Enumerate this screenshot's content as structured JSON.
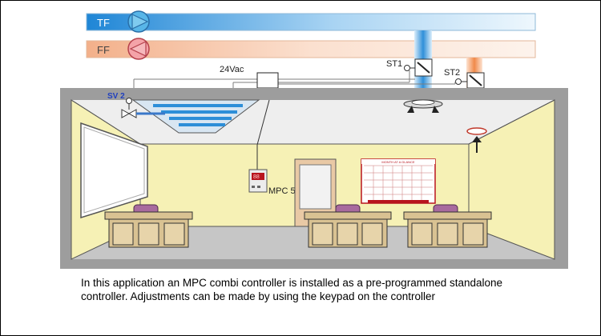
{
  "pipes": {
    "tf_label": "TF",
    "ff_label": "FF",
    "tf_color": "#2f8fd8",
    "ff_color": "#f08a4a"
  },
  "labels": {
    "transformer": "24Vac",
    "st1": "ST1",
    "st2": "ST2",
    "sv2": "SV 2",
    "mpc5": "MPC 5",
    "calendar_header": "MONTH AT A GLANCE",
    "controller_display": "88"
  },
  "caption": {
    "line1": "In this application an MPC combi controller is installed as a pre-programmed standalone",
    "line2": "controller. Adjustments can be made by using the keypad on the controller"
  },
  "colors": {
    "wall": "#f6f1b5",
    "room_frame": "#9d9d9d",
    "ceiling": "#eeeeee",
    "floor": "#c6c6c6",
    "desk": "#d9c292",
    "chair": "#a86a9e",
    "sv2_label": "#1f3fbf"
  }
}
